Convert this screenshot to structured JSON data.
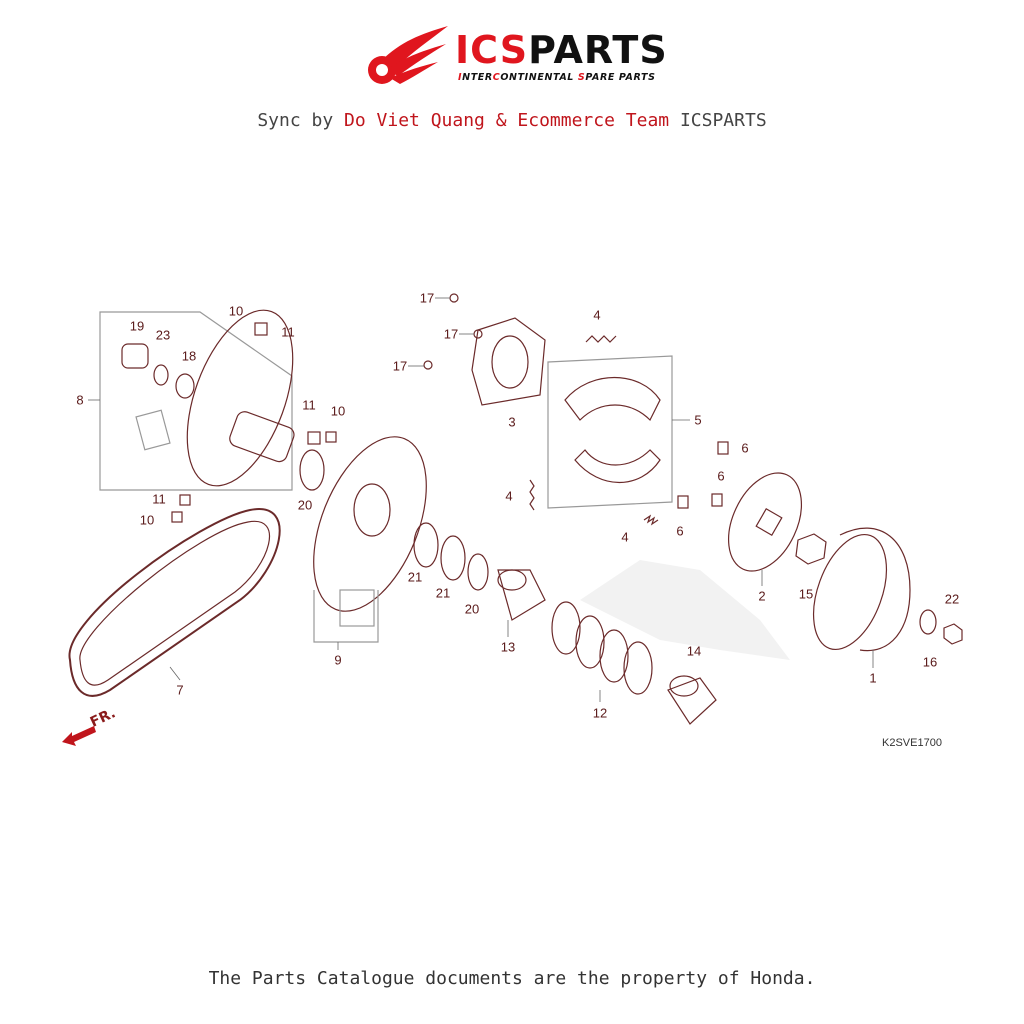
{
  "header": {
    "logo_text_red": "ICS",
    "logo_text_black": "PARTS",
    "tagline_parts": [
      {
        "text": "I",
        "accent": true
      },
      {
        "text": "NTER",
        "accent": false
      },
      {
        "text": "C",
        "accent": true
      },
      {
        "text": "ONTINENTAL ",
        "accent": false
      },
      {
        "text": "S",
        "accent": true
      },
      {
        "text": "PARE PARTS",
        "accent": false
      }
    ],
    "sync_prefix": "Sync by ",
    "sync_highlight": "Do Viet Quang & Ecommerce Team",
    "sync_suffix": " ICSPARTS"
  },
  "diagram": {
    "direction_label": "FR.",
    "drawing_code": "K2SVE1700",
    "callouts": [
      "17",
      "17",
      "17",
      "4",
      "3",
      "5",
      "4",
      "4",
      "6",
      "6",
      "6",
      "10",
      "11",
      "19",
      "23",
      "18",
      "8",
      "11",
      "10",
      "20",
      "11",
      "10",
      "21",
      "21",
      "20",
      "13",
      "2",
      "15",
      "22",
      "16",
      "1",
      "14",
      "12",
      "9",
      "7"
    ]
  },
  "footer": {
    "text": "The Parts Catalogue documents are the property of Honda."
  },
  "colors": {
    "brand_red": "#e0161e",
    "line": "#6b2a2a",
    "sync_red": "#c0151c"
  }
}
